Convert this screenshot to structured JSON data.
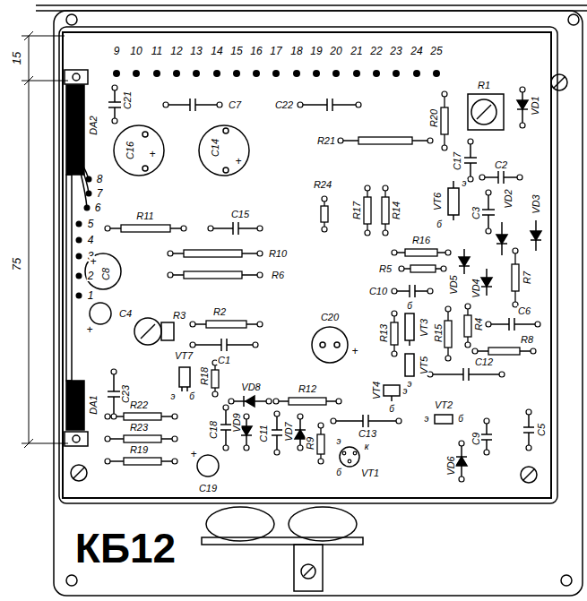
{
  "diagram": {
    "labels": [
      "15",
      "75",
      "9",
      "10",
      "11",
      "12",
      "13",
      "14",
      "15",
      "16",
      "17",
      "18",
      "19",
      "20",
      "21",
      "22",
      "23",
      "24",
      "25",
      "1",
      "2",
      "3",
      "4",
      "5",
      "6",
      "7",
      "8",
      "DA2",
      "C21",
      "C7",
      "C22",
      "R20",
      "R1",
      "VD1",
      "C16",
      "+",
      "C14",
      "+",
      "R21",
      "C17",
      "C2",
      "VT6",
      "э",
      "б",
      "VD2",
      "VD3",
      "C3",
      "R24",
      "R17",
      "R14",
      "R11",
      "C15",
      "R16",
      "R10",
      "R5",
      "VD5",
      "R7",
      "C8",
      "+",
      "R6",
      "C10",
      "VD4",
      "C4",
      "+",
      "R3",
      "R2",
      "C1",
      "C20",
      "+",
      "R13",
      "VT3",
      "б",
      "R15",
      "R4",
      "C6",
      "R8",
      "VT5",
      "э",
      "C12",
      "DA1",
      "C23",
      "VT7",
      "б",
      "э",
      "R18",
      "VD8",
      "R12",
      "VT4",
      "э",
      "б",
      "VT2",
      "э",
      "б",
      "C5",
      "C9",
      "VD6",
      "R22",
      "R23",
      "R19",
      "C18",
      "VD9",
      "C11",
      "VD7",
      "R9",
      "C13",
      "VT1",
      "э",
      "к",
      "б",
      "C19",
      "+",
      "КБ12"
    ]
  }
}
